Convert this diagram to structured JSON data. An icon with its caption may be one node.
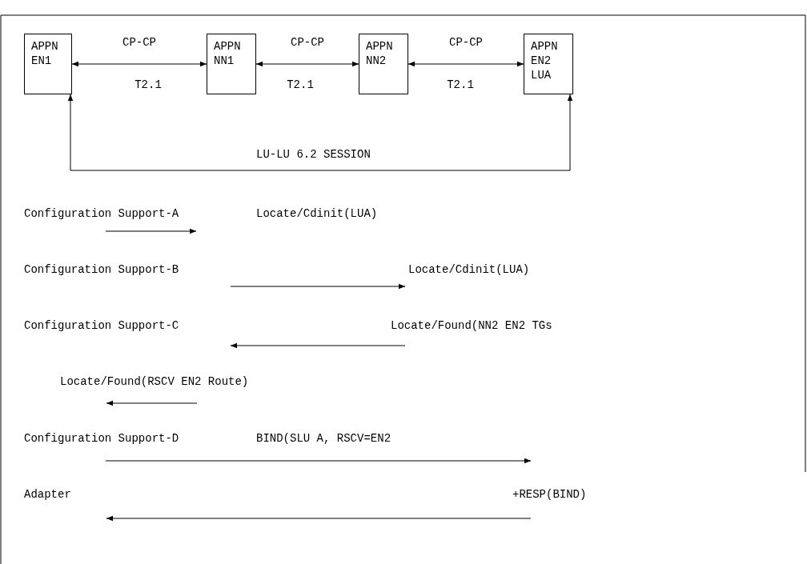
{
  "diagram": {
    "nodes": [
      {
        "text": [
          "APPN EN1"
        ]
      },
      {
        "text": [
          "APPN NN1"
        ]
      },
      {
        "text": [
          "APPN NN2"
        ]
      },
      {
        "text": [
          "APPN EN2 LUA"
        ]
      }
    ],
    "edges": [
      {
        "from": 0,
        "to": 1,
        "arrow": "both",
        "label": "CP-CP"
      },
      {
        "from": 1,
        "to": 2,
        "arrow": "both",
        "label": "CP-CP"
      },
      {
        "from": 2,
        "to": 3,
        "arrow": "both",
        "label": "CP-CP"
      },
      {
        "from": 3,
        "to": 0,
        "arrow": "both",
        "label": "LU-LU 6.2 SESSION"
      }
    ],
    "labels": [
      "T2.1",
      "T2.1",
      "T2.1",
      "Configuration Support-A",
      "Locate/Cdinit(LUA)",
      "Configuration Support-B",
      "Locate/Cdinit(LUA)",
      "Configuration Support-C",
      "Locate/Found(NN2 EN2 TGs",
      "Locate/Found(RSCV EN2 Route)",
      "Configuration Support-D",
      "BIND(SLU A, RSCV=EN2",
      "Adapter",
      "+RESP(BIND)"
    ]
  }
}
